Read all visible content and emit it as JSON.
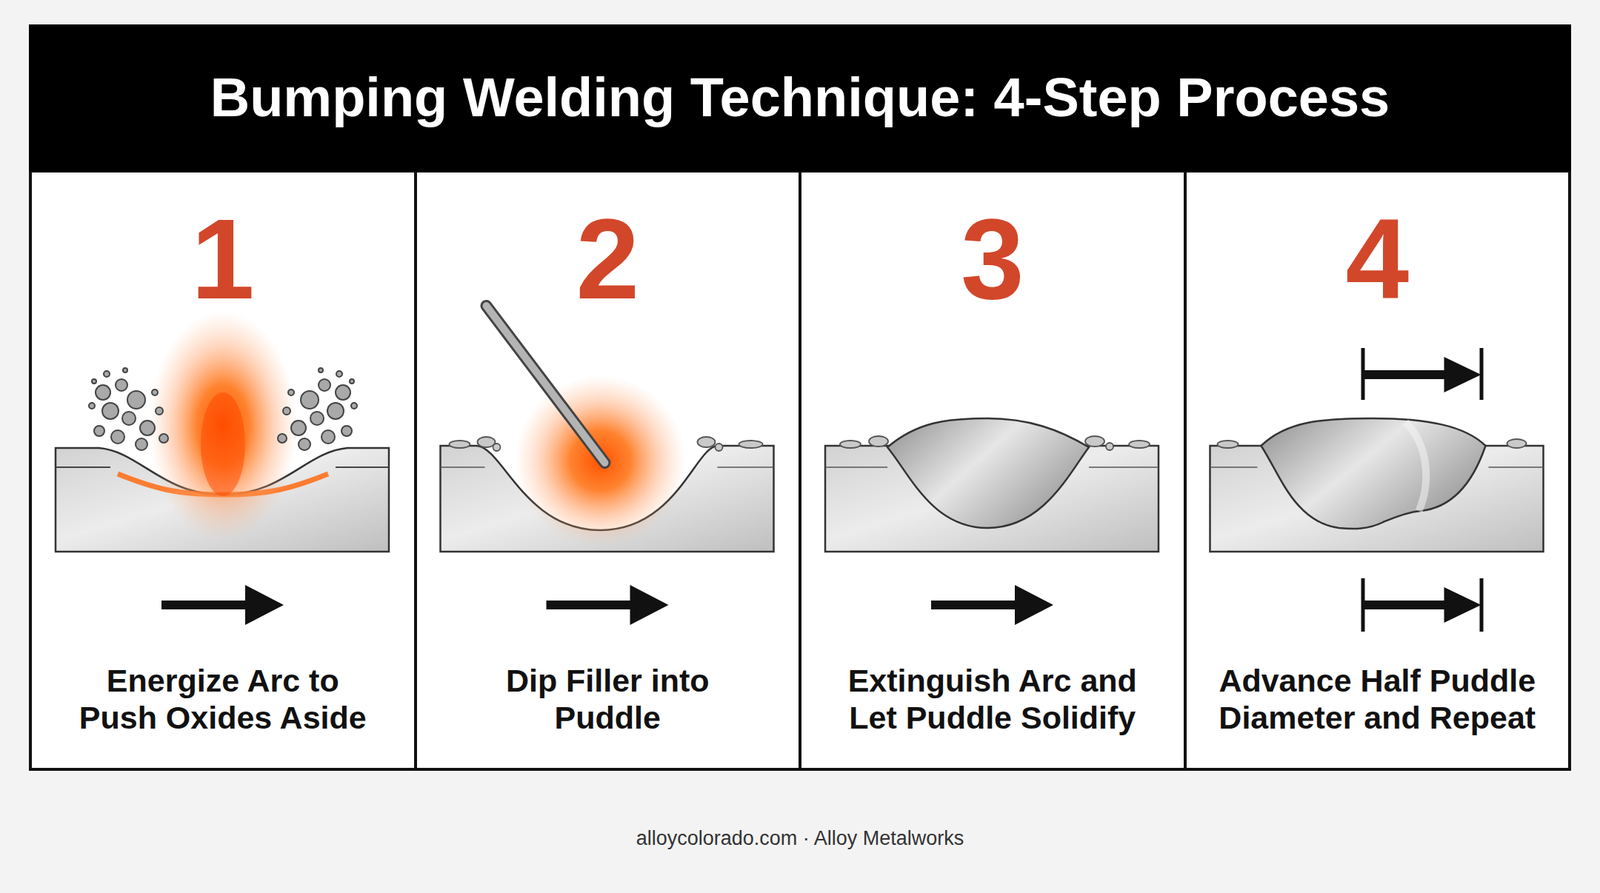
{
  "diagram": {
    "title": "Bumping Welding Technique: 4-Step Process",
    "caption": "alloycolorado.com · Alloy Metalworks",
    "nodes": [
      {
        "text": [
          "1",
          "Energize Arc to Push Oxides Aside"
        ]
      },
      {
        "text": [
          "2",
          "Dip Filler into Puddle"
        ]
      },
      {
        "text": [
          "3",
          "Extinguish Arc and Let Puddle Solidify"
        ]
      },
      {
        "text": [
          "4",
          "Advance Half Puddle Diameter and Repeat"
        ]
      }
    ]
  }
}
